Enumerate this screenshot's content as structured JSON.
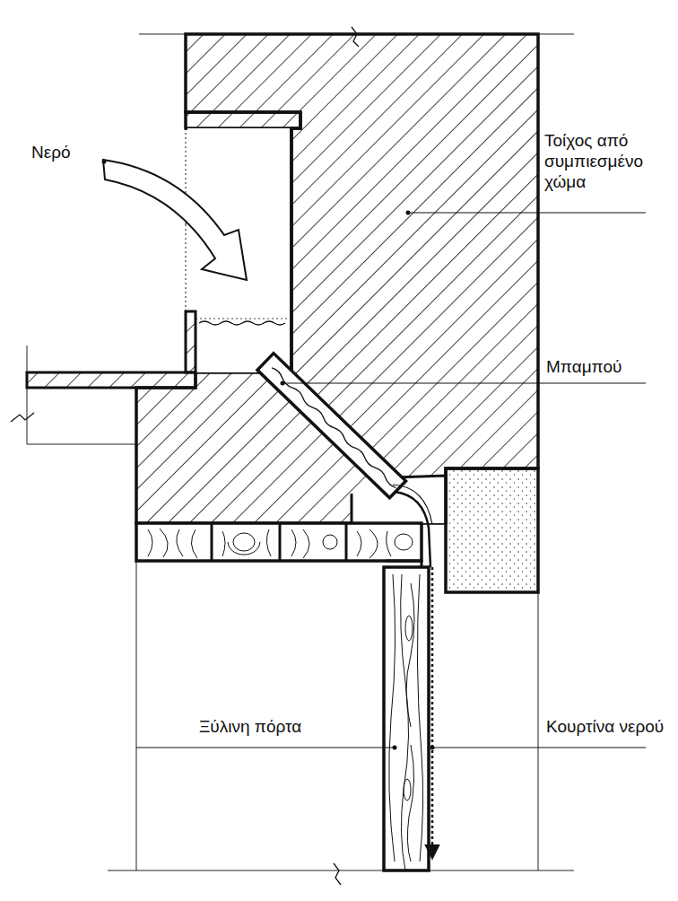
{
  "diagram": {
    "labels": [
      "Νερό",
      "Τοίχος από συμπιεσμένο χώμα",
      "Μπαμπού",
      "Ξύλινη πόρτα",
      "Κουρτίνα νερού"
    ]
  }
}
